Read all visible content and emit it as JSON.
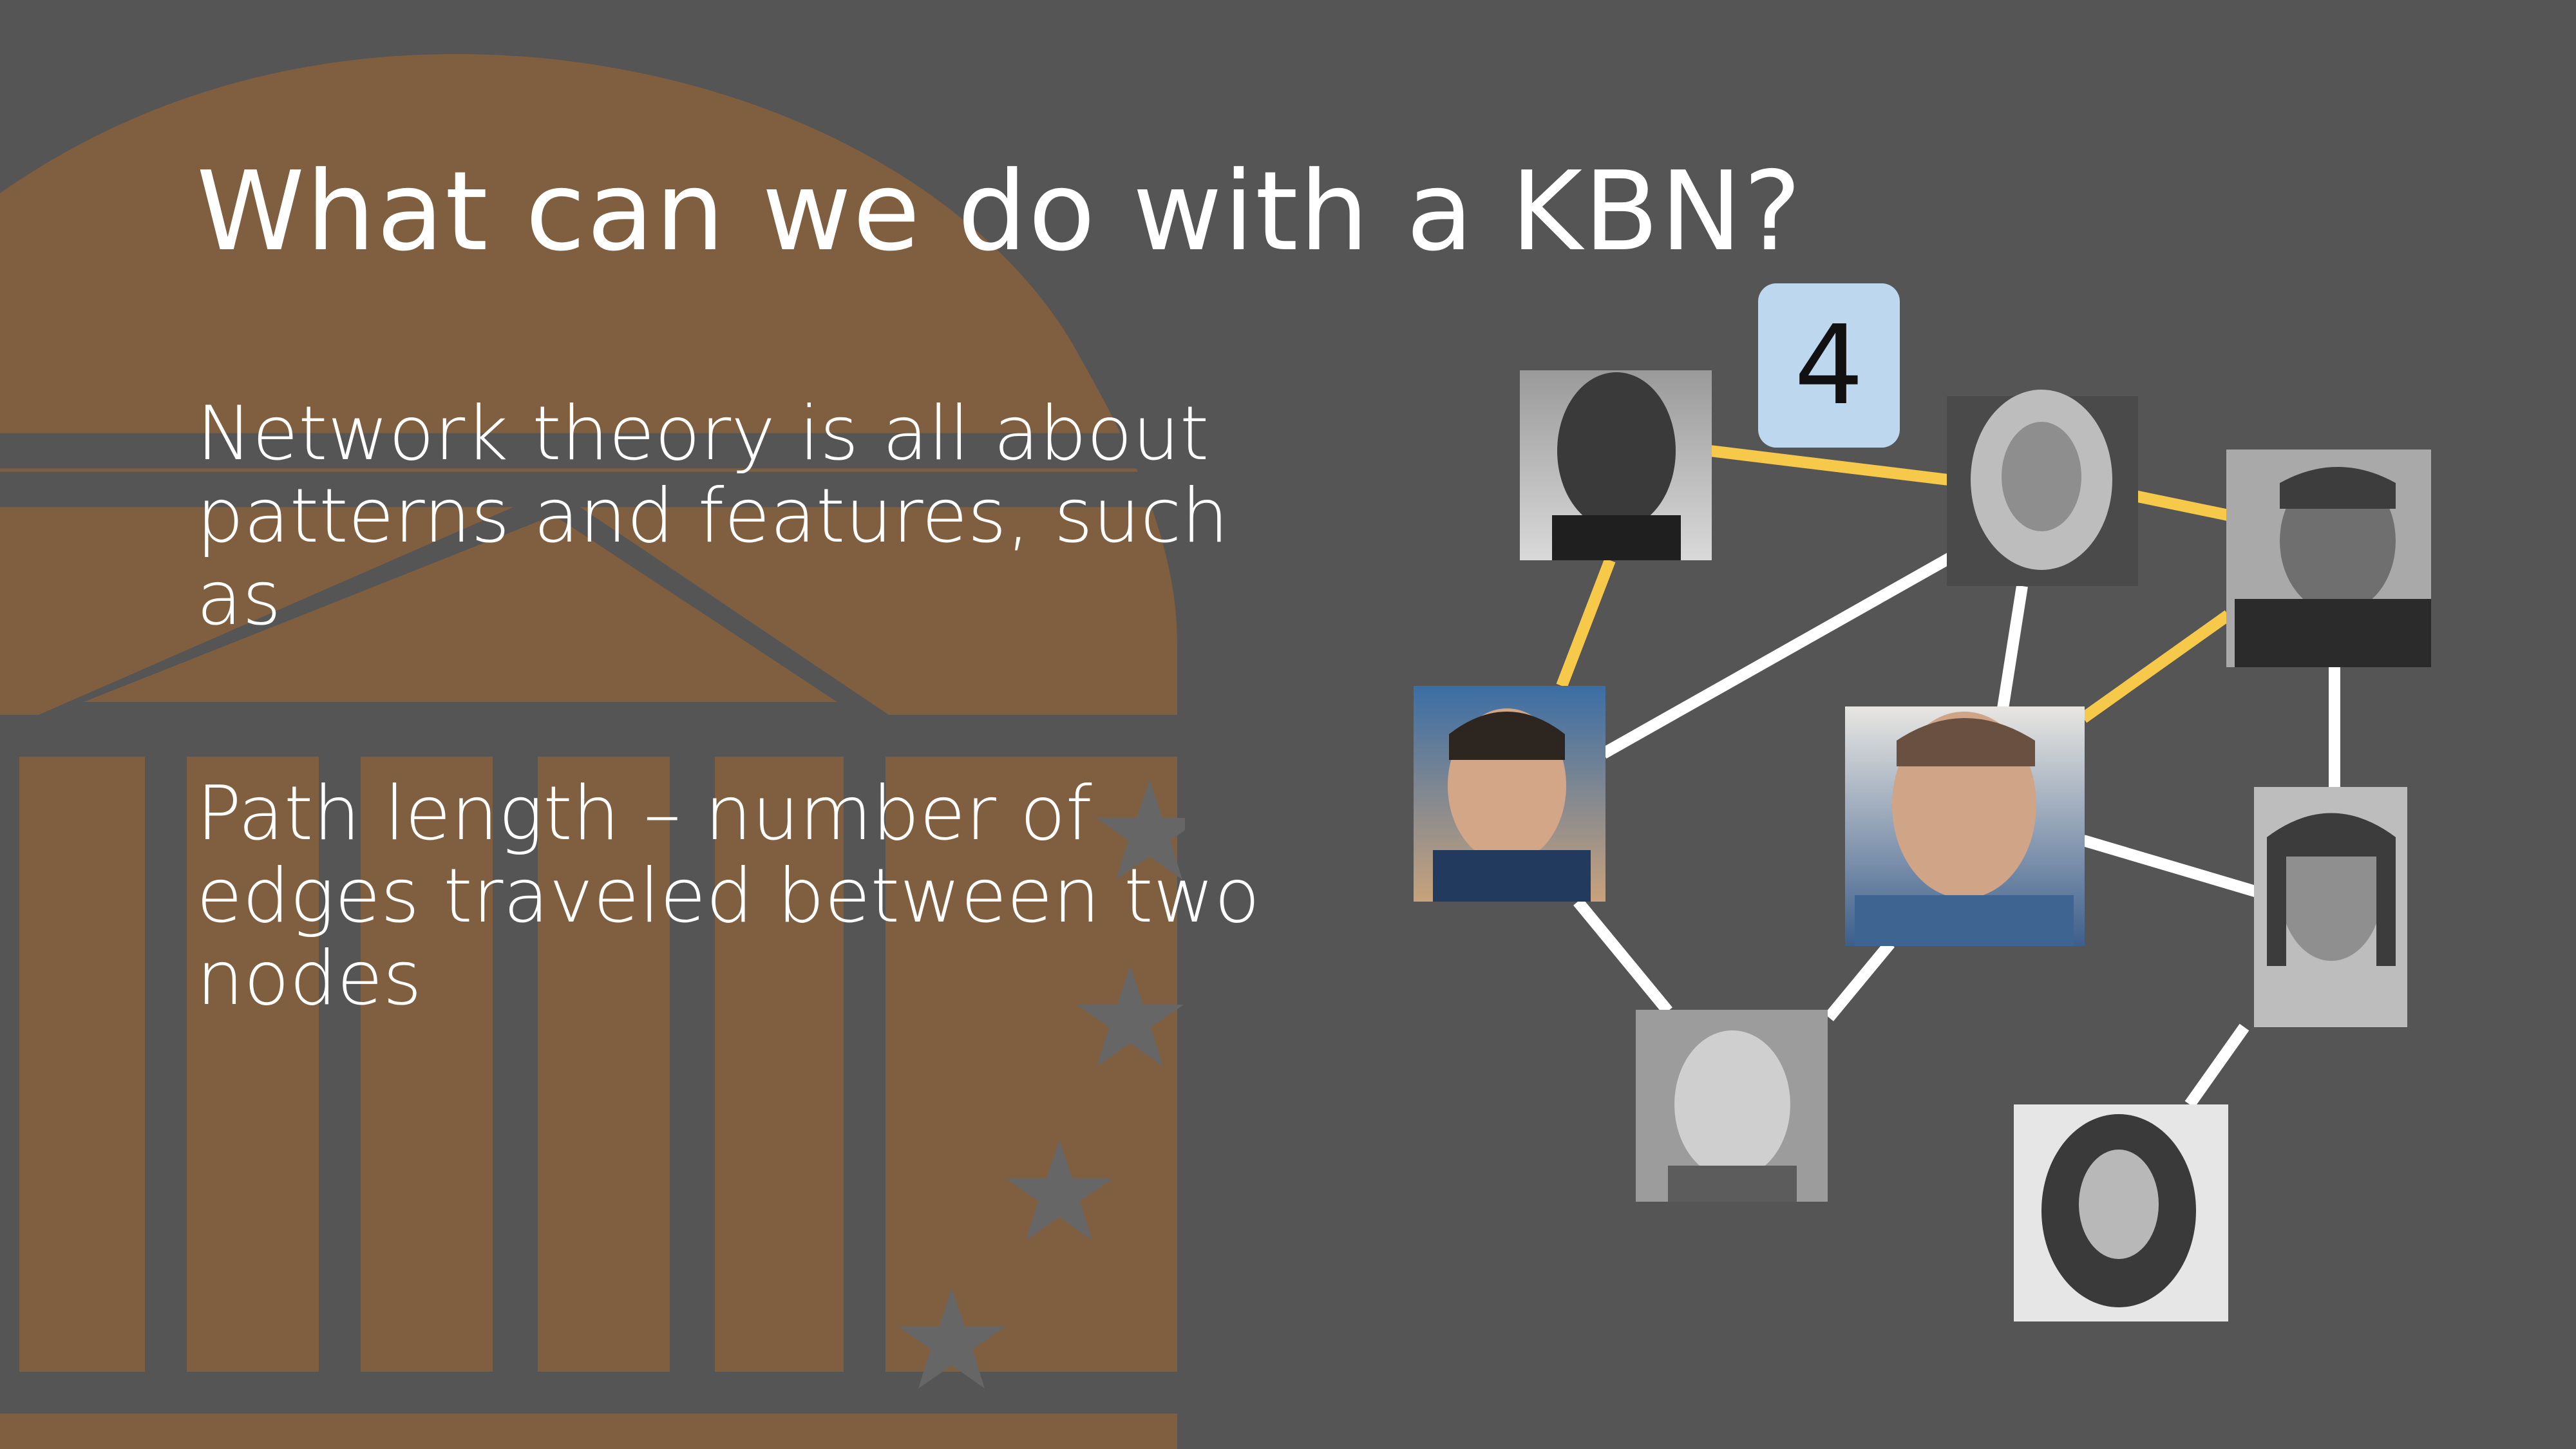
{
  "slide": {
    "title": "What can we do with a KBN?",
    "paragraphs": [
      "Network theory is all about patterns and features, such as",
      "Path length – number of edges traveled between two nodes"
    ],
    "path_length_badge": "4"
  },
  "colors": {
    "background": "#555556",
    "emblem": "#7f5f3f",
    "edge_default": "#ffffff",
    "edge_highlight": "#f6c94a",
    "badge": "#bdd7ee"
  },
  "network": {
    "nodes": [
      {
        "id": "n1",
        "icon": "person-photo"
      },
      {
        "id": "n2",
        "icon": "person-photo"
      },
      {
        "id": "n3",
        "icon": "person-photo"
      },
      {
        "id": "n4",
        "icon": "person-photo"
      },
      {
        "id": "n5",
        "icon": "person-photo"
      },
      {
        "id": "n6",
        "icon": "person-photo"
      },
      {
        "id": "n7",
        "icon": "person-photo"
      },
      {
        "id": "n8",
        "icon": "person-photo"
      }
    ],
    "edges": [
      {
        "from": "n1",
        "to": "n2",
        "highlighted": true
      },
      {
        "from": "n2",
        "to": "n3",
        "highlighted": true
      },
      {
        "from": "n3",
        "to": "n5",
        "highlighted": true
      },
      {
        "from": "n1",
        "to": "n4",
        "highlighted": true
      },
      {
        "from": "n4",
        "to": "n2",
        "highlighted": false
      },
      {
        "from": "n2",
        "to": "n5",
        "highlighted": false
      },
      {
        "from": "n3",
        "to": "n6",
        "highlighted": false
      },
      {
        "from": "n5",
        "to": "n6",
        "highlighted": false
      },
      {
        "from": "n4",
        "to": "n7",
        "highlighted": false
      },
      {
        "from": "n7",
        "to": "n5",
        "highlighted": false
      },
      {
        "from": "n6",
        "to": "n8",
        "highlighted": false
      }
    ]
  }
}
